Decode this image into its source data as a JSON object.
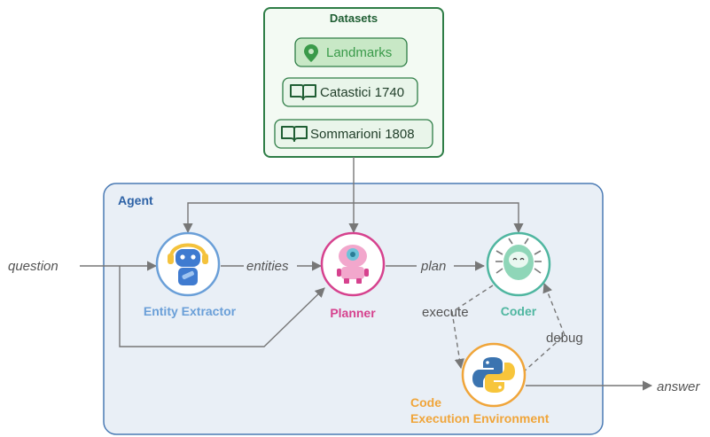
{
  "datasets": {
    "title": "Datasets",
    "items": [
      {
        "label": "Landmarks",
        "icon": "map-pin-icon"
      },
      {
        "label": "Catastici 1740",
        "icon": "open-book-icon"
      },
      {
        "label": "Sommarioni 1808",
        "icon": "open-book-icon"
      }
    ]
  },
  "agent": {
    "title": "Agent",
    "entity_extractor": "Entity Extractor",
    "planner": "Planner",
    "coder": "Coder",
    "code_env_line1": "Code",
    "code_env_line2": "Execution Environment"
  },
  "flow": {
    "question": "question",
    "entities": "entities",
    "plan": "plan",
    "execute": "execute",
    "debug": "debug",
    "answer": "answer"
  },
  "colors": {
    "datasets_border": "#2e7d46",
    "datasets_title": "#1f5e33",
    "landmarks_fill": "#c8e8c6",
    "landmarks_text": "#3a9a4a",
    "dataset_item_fill": "#e9f5ea",
    "agent_fill": "#e9eff6",
    "agent_border": "#4a7ab4",
    "agent_title": "#2d62a6",
    "entity_extractor": "#6a9fd8",
    "planner": "#d6428e",
    "coder": "#4fb6a0",
    "code_env": "#f0a53a",
    "arrow": "#777777"
  }
}
